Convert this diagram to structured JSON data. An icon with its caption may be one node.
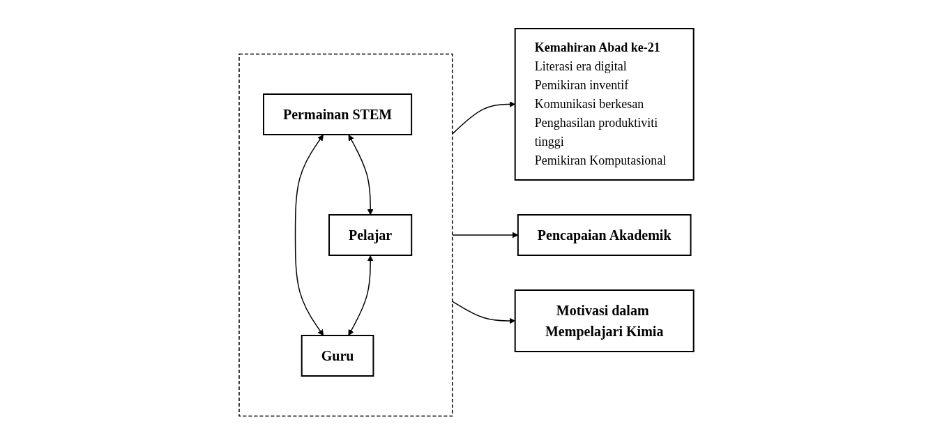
{
  "diagram": {
    "nodes": [
      {
        "text": [],
        "shape": "box"
      },
      {
        "text": [
          "Permainan STEM"
        ],
        "in": 0
      },
      {
        "text": [
          "Pelajar"
        ],
        "in": 0
      },
      {
        "text": [
          "Guru"
        ],
        "in": 0
      },
      {
        "text": [
          "Kemahiran Abad ke-21",
          "Literasi era digital",
          "Pemikiran inventif",
          "Komunikasi berkesan",
          "Penghasilan produktiviti tinggi",
          "Pemikiran Komputasional"
        ]
      },
      {
        "text": [
          "Pencapaian Akademik"
        ]
      },
      {
        "text": [
          "Motivasi dalam Mempelajari Kimia"
        ]
      }
    ],
    "edges": [
      {
        "from": 1,
        "to": 2,
        "arrow": "both"
      },
      {
        "from": 1,
        "to": 3,
        "arrow": "both"
      },
      {
        "from": 2,
        "to": 3,
        "arrow": "both"
      },
      {
        "from": 0,
        "to": 4,
        "arrow": "to"
      },
      {
        "from": 0,
        "to": 5,
        "arrow": "to"
      },
      {
        "from": 0,
        "to": 6,
        "arrow": "to"
      }
    ]
  }
}
